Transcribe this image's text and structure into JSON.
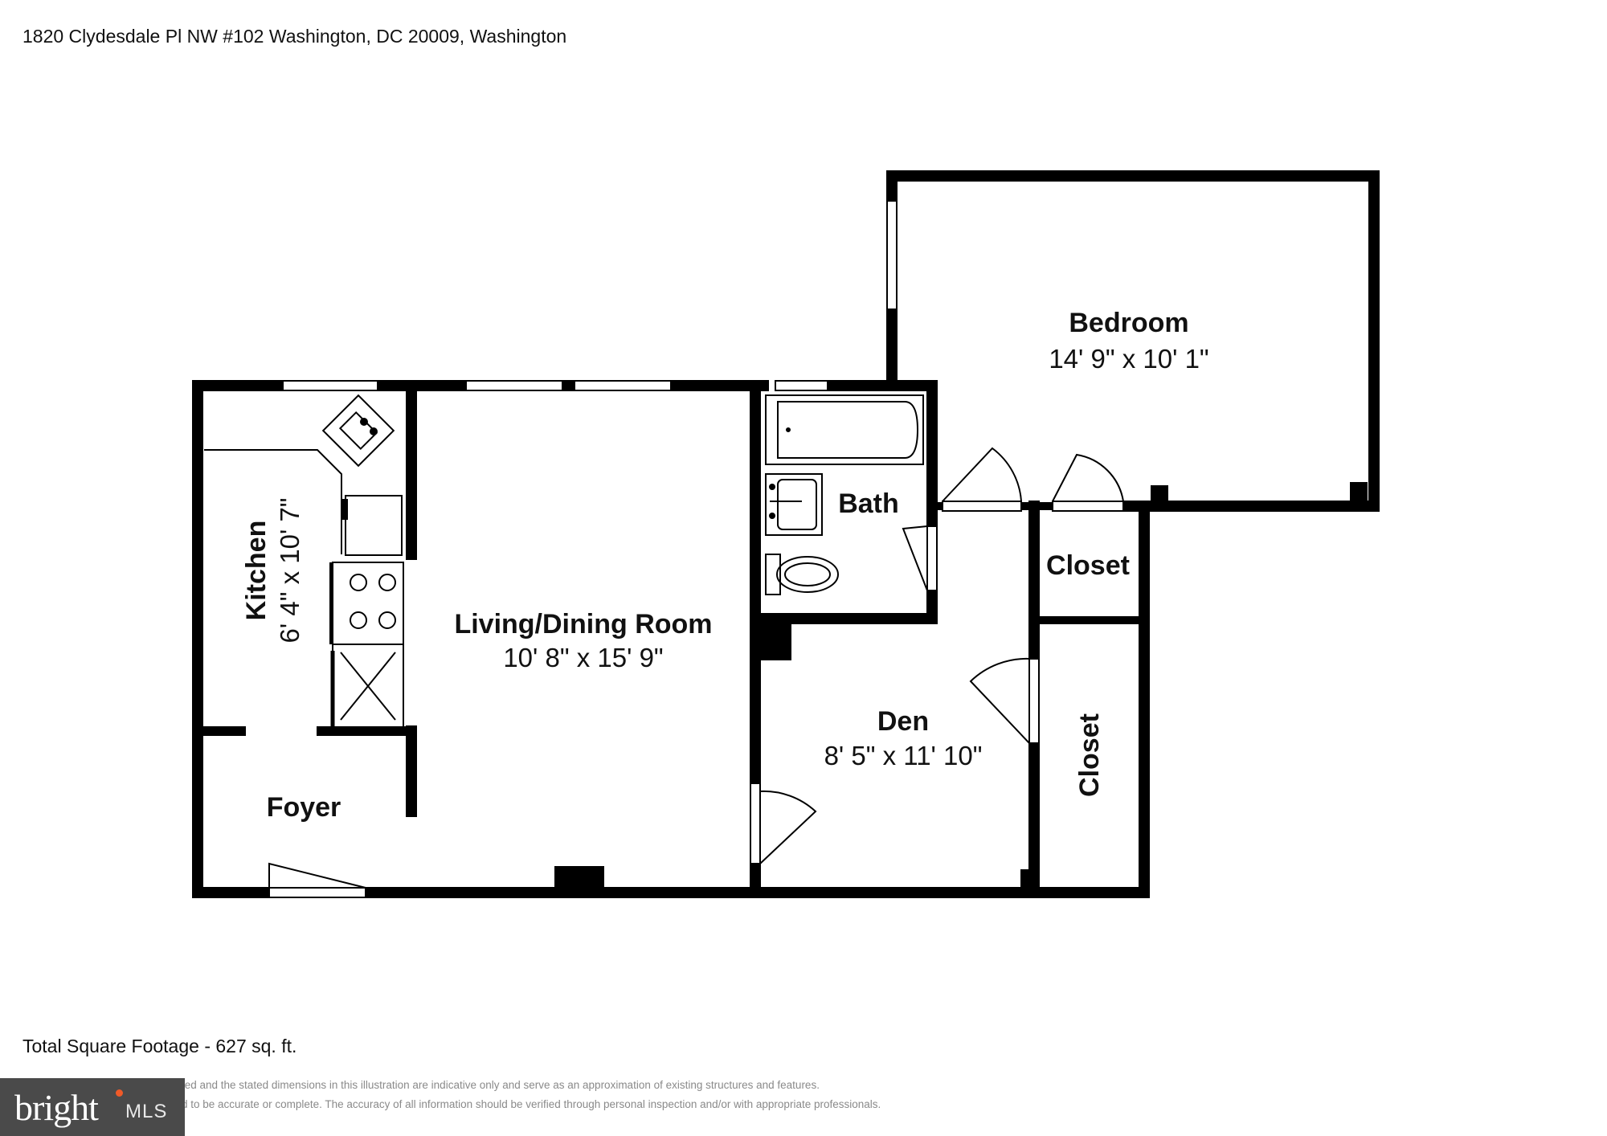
{
  "address": "1820 Clydesdale Pl NW #102 Washington, DC 20009, Washington",
  "rooms": {
    "bedroom": {
      "name": "Bedroom",
      "dims": "14' 9\" x 10' 1\""
    },
    "bath": {
      "name": "Bath"
    },
    "closet_upper": {
      "name": "Closet"
    },
    "closet_lower": {
      "name": "Closet"
    },
    "kitchen": {
      "name": "Kitchen",
      "dims": "6' 4\" x 10' 7\""
    },
    "living": {
      "name": "Living/Dining Room",
      "dims": "10' 8\" x 15' 9\""
    },
    "den": {
      "name": "Den",
      "dims": "8' 5\" x 11' 10\""
    },
    "foyer": {
      "name": "Foyer"
    }
  },
  "total": "Total Square Footage - 627 sq. ft.",
  "disclaimer": {
    "line1": "ted and the stated dimensions in this illustration are indicative only and serve as an approximation of existing structures and features.",
    "line2": "d to be accurate or complete. The accuracy of all information should be verified through personal inspection and/or with appropriate professionals."
  },
  "brand": {
    "word": "bright",
    "mls": "MLS"
  },
  "colors": {
    "wall": "#000000",
    "brand_bg": "#4a4a4a",
    "brand_dot": "#f05a28"
  }
}
